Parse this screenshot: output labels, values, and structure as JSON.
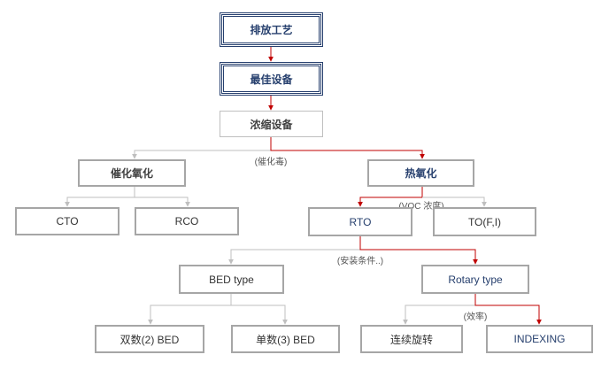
{
  "nodes": {
    "exhaust_process": "排放工艺",
    "best_equipment": "最佳设备",
    "concentration_equipment": "浓缩设备",
    "catalytic_oxidation": "催化氧化",
    "thermal_oxidation": "热氧化",
    "cto": "CTO",
    "rco": "RCO",
    "rto": "RTO",
    "to": "TO(F,I)",
    "bed_type": "BED type",
    "rotary_type": "Rotary type",
    "double_bed": "双数(2) BED",
    "single_bed": "单数(3) BED",
    "continuous_rotation": "连续旋转",
    "indexing": "INDEXING"
  },
  "annotations": {
    "catalyst_poison": "(催化毒)",
    "voc_concentration": "(VOC 浓度)",
    "installation_conditions": "(安装条件..)",
    "efficiency": "(效率)"
  },
  "colors": {
    "highlight_line": "#c00000",
    "normal_line": "#bfbfbf",
    "primary_border": "#27406e",
    "text_blue": "#27406e"
  }
}
